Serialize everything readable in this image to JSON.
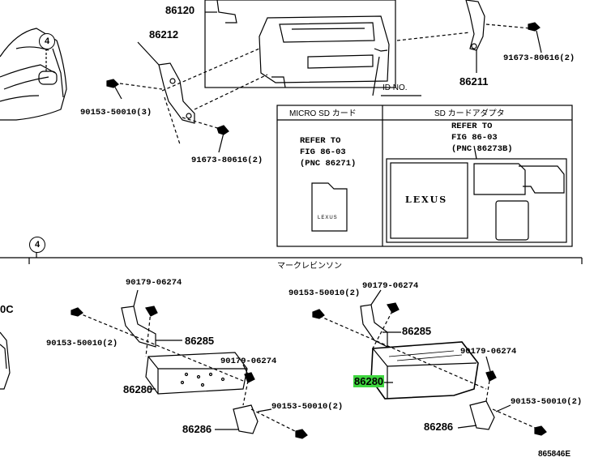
{
  "callouts": {
    "top_left_circle": "4",
    "mid_left_circle": "4"
  },
  "parts": {
    "p86120": "86120",
    "p86212": "86212",
    "p86211": "86211",
    "p90153_top": "90153-50010(3)",
    "p91673_left": "91673-80616(2)",
    "p91673_right": "91673-80616(2)",
    "id_no": "ID NO.",
    "l90179_a": "90179-06274",
    "l90153_a": "90153-50010(2)",
    "l86285_a": "86285",
    "l90179_b": "90179-06274",
    "l86280_a": "86280",
    "l90153_b": "90153-50010(2)",
    "l86286_a": "86286",
    "r90153_a": "90153-50010(2)",
    "r90179_a": "90179-06274",
    "r86285": "86285",
    "r90179_b": "90179-06274",
    "r86280": "86280",
    "r90153_b": "90153-50010(2)",
    "r86286": "86286",
    "cut_label": "0C"
  },
  "inset": {
    "micro_sd_header": "MICRO SD カード",
    "sd_adapter_header": "SD カードアダプタ",
    "micro_refer": [
      "REFER TO",
      "FIG 86-03",
      "(PNC 86271)"
    ],
    "sd_refer": [
      "REFER TO",
      "FIG 86-03",
      "(PNC 86273B)"
    ],
    "brand": "LEXUS"
  },
  "section_label": "マークレビンソン",
  "figure_id": "865846E",
  "colors": {
    "highlight": "#3fd63f",
    "line": "#000000"
  }
}
